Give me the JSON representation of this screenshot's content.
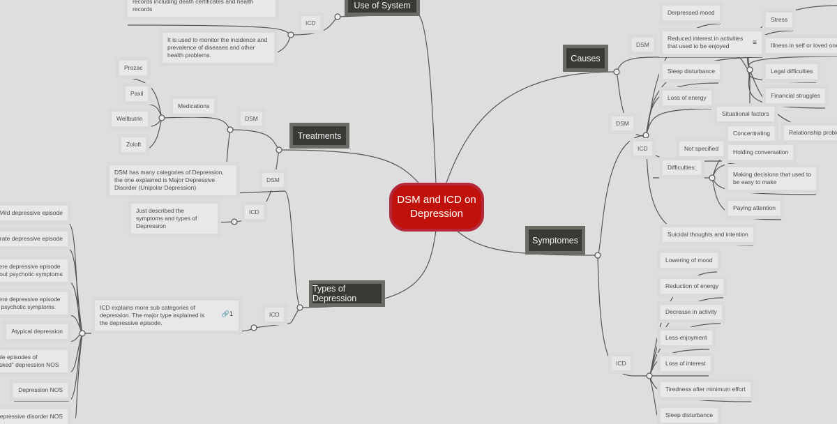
{
  "central": {
    "title": "DSM and ICD on Depression"
  },
  "topics": {
    "use_of_system": "Use of System",
    "treatments": "Treatments",
    "types": "Types of Depression",
    "causes": "Causes",
    "symptomes": "Symptomes"
  },
  "use_of_system": {
    "icd_label": "ICD",
    "records_text": "problems recorded on many types of health and vital records including death certificates and health records",
    "monitor_text": "It is used to monitor the incidence and prevalence of diseases and other health problems."
  },
  "treatments": {
    "dsm_label": "DSM",
    "medications_label": "Medications",
    "medications": [
      "Prozac",
      "Paxil",
      "Wellbutrin",
      "Zoloft"
    ]
  },
  "types": {
    "dsm_label": "DSM",
    "dsm_text": "DSM has many categories of Depression, the one explained is Major Depressive Disorder (Unipolar Depression)",
    "icd_small_label": "ICD",
    "icd_small_text": "Just described the symptoms and types of Depression",
    "icd_label": "ICD",
    "icd_text": "ICD explains more sub categories of depression. The major type explained is the depressive episode.",
    "icd_link_count": "1",
    "icd_items": [
      "Mild depressive episode",
      "Moderate depressive episode",
      "Severe depressive episode without psychotic symptoms",
      "Severe depressive episode with psychotic symptoms",
      "Atypical depression",
      "Single episodes of \"masked\" depression NOS",
      "Depression NOS",
      "Depressive disorder NOS"
    ]
  },
  "causes": {
    "dsm_label": "DSM",
    "situational_label": "Situational factors",
    "situational_items": [
      "Stress",
      "Illness in self or loved one",
      "Legal difficulties",
      "Financial struggles",
      "Relationship problems"
    ]
  },
  "symptomes": {
    "dsm_label": "DSM",
    "dsm_items": [
      "Derpressed mood",
      "Reduced interest in activities that used to be enjoyed",
      "Sleep disturbance",
      "Loss of energy"
    ],
    "icd_sub_label": "ICD",
    "not_specified": "Not specified",
    "difficulties_label": "Difficulties:",
    "difficulties": [
      "Concentrating",
      "Holding conversation",
      "Making decisions that used to be easy to make",
      "Paying attention"
    ],
    "suicidal": "Suicidal thoughts and intention",
    "icd_label": "ICD",
    "icd_items": [
      "Lowering of mood",
      "Reduction of energy",
      "Decrease in activity",
      "Less enjoyment",
      "Loss of interest",
      "Tiredness after minimum effort",
      "Sleep disturbance"
    ]
  },
  "icons": {
    "notes": "notes-icon",
    "link": "link-icon"
  },
  "colors": {
    "central": "#c0110a",
    "topic": "#383a35",
    "background": "#dedede"
  }
}
